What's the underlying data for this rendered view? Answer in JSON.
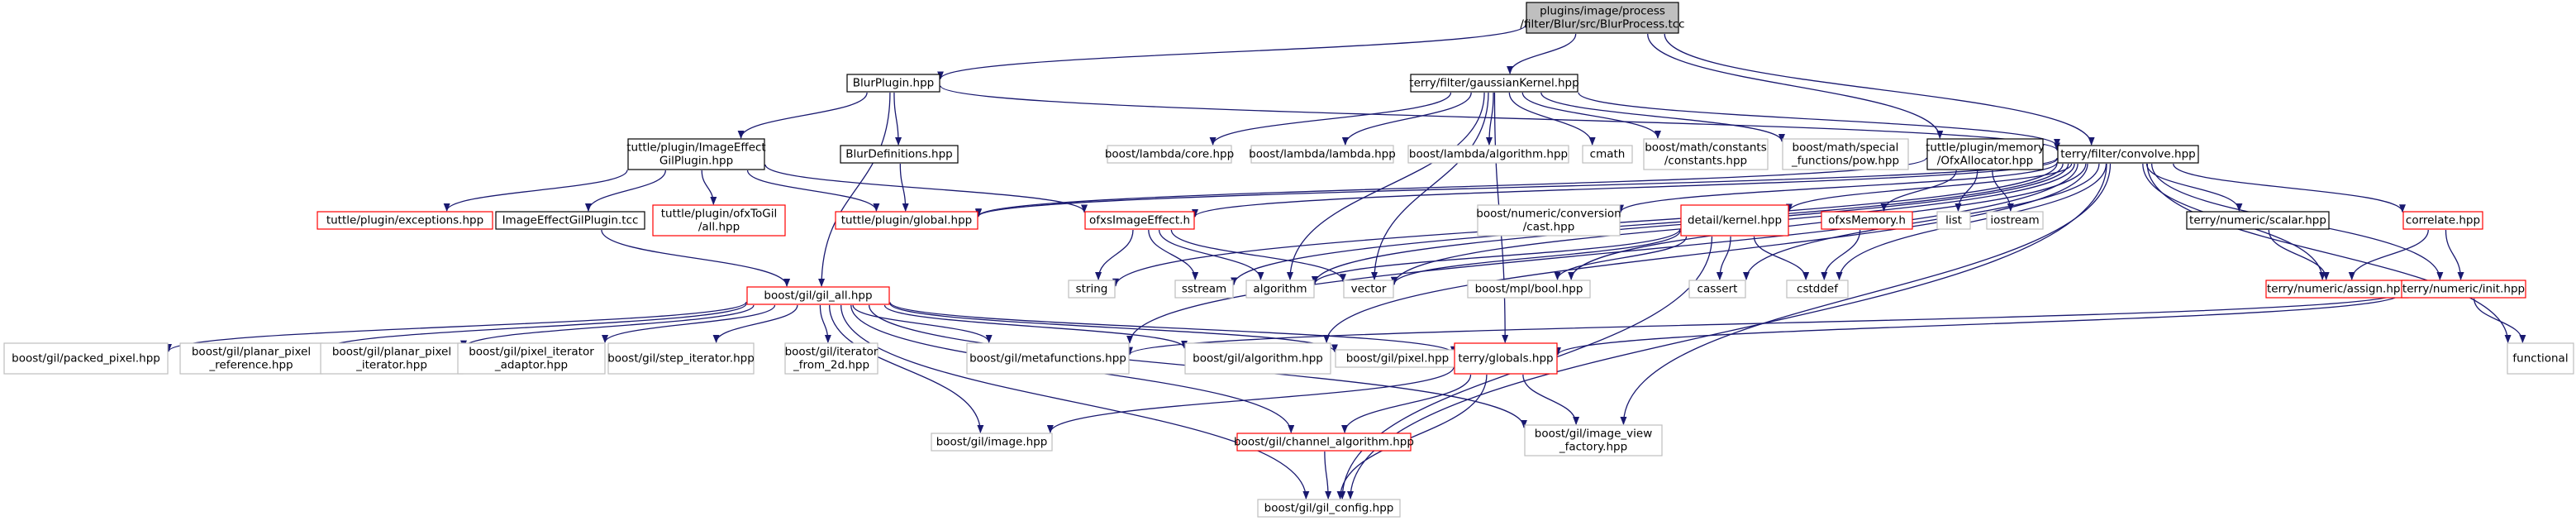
{
  "graph": {
    "colors": {
      "edge": "#191970",
      "root_fill": "#bfbfbf",
      "root_border": "#000000",
      "documented_border": "#000000",
      "documented_fill": "#ffffff",
      "undocumented_border": "#bfbfbf",
      "truncated_border": "#ff0000"
    },
    "nodes": [
      {
        "id": "blurprocess",
        "kind": "root",
        "lines": [
          "plugins/image/process",
          "/filter/Blur/src/BlurProcess.tcc"
        ]
      },
      {
        "id": "blurplugin",
        "kind": "documented",
        "lines": [
          "BlurPlugin.hpp"
        ]
      },
      {
        "id": "gaussiankernel",
        "kind": "documented",
        "lines": [
          "terry/filter/gaussianKernel.hpp"
        ]
      },
      {
        "id": "imageeffectgilplugin-hpp",
        "kind": "documented",
        "lines": [
          "tuttle/plugin/ImageEffect",
          "GilPlugin.hpp"
        ]
      },
      {
        "id": "blurdefinitions",
        "kind": "documented",
        "lines": [
          "BlurDefinitions.hpp"
        ]
      },
      {
        "id": "ofxallocator",
        "kind": "documented",
        "lines": [
          "tuttle/plugin/memory",
          "/OfxAllocator.hpp"
        ]
      },
      {
        "id": "convolve",
        "kind": "documented",
        "lines": [
          "terry/filter/convolve.hpp"
        ]
      },
      {
        "id": "lambda-core",
        "kind": "undocumented",
        "lines": [
          "boost/lambda/core.hpp"
        ]
      },
      {
        "id": "lambda-lambda",
        "kind": "undocumented",
        "lines": [
          "boost/lambda/lambda.hpp"
        ]
      },
      {
        "id": "lambda-algorithm",
        "kind": "undocumented",
        "lines": [
          "boost/lambda/algorithm.hpp"
        ]
      },
      {
        "id": "cmath",
        "kind": "undocumented",
        "lines": [
          "cmath"
        ]
      },
      {
        "id": "math-constants",
        "kind": "undocumented",
        "lines": [
          "boost/math/constants",
          "/constants.hpp"
        ]
      },
      {
        "id": "math-pow",
        "kind": "undocumented",
        "lines": [
          "boost/math/special",
          "_functions/pow.hpp"
        ]
      },
      {
        "id": "exceptions",
        "kind": "truncated",
        "lines": [
          "tuttle/plugin/exceptions.hpp"
        ]
      },
      {
        "id": "imageeffectgilplugin-tcc",
        "kind": "documented",
        "lines": [
          "ImageEffectGilPlugin.tcc"
        ]
      },
      {
        "id": "ofxtogil",
        "kind": "truncated",
        "lines": [
          "tuttle/plugin/ofxToGil",
          "/all.hpp"
        ]
      },
      {
        "id": "global",
        "kind": "truncated",
        "lines": [
          "tuttle/plugin/global.hpp"
        ]
      },
      {
        "id": "ofxsimageeffect",
        "kind": "truncated",
        "lines": [
          "ofxsImageEffect.h"
        ]
      },
      {
        "id": "string",
        "kind": "undocumented",
        "lines": [
          "string"
        ]
      },
      {
        "id": "sstream",
        "kind": "undocumented",
        "lines": [
          "sstream"
        ]
      },
      {
        "id": "algorithm",
        "kind": "undocumented",
        "lines": [
          "algorithm"
        ]
      },
      {
        "id": "vector",
        "kind": "undocumented",
        "lines": [
          "vector"
        ]
      },
      {
        "id": "numeric-conversion",
        "kind": "undocumented",
        "lines": [
          "boost/numeric/conversion",
          "/cast.hpp"
        ]
      },
      {
        "id": "kernel",
        "kind": "truncated",
        "lines": [
          "detail/kernel.hpp"
        ]
      },
      {
        "id": "ofxsmemory",
        "kind": "truncated",
        "lines": [
          "ofxsMemory.h"
        ]
      },
      {
        "id": "list",
        "kind": "undocumented",
        "lines": [
          "list"
        ]
      },
      {
        "id": "iostream",
        "kind": "undocumented",
        "lines": [
          "iostream"
        ]
      },
      {
        "id": "scalar",
        "kind": "documented",
        "lines": [
          "terry/numeric/scalar.hpp"
        ]
      },
      {
        "id": "correlate",
        "kind": "truncated",
        "lines": [
          "correlate.hpp"
        ]
      },
      {
        "id": "mpl-bool",
        "kind": "undocumented",
        "lines": [
          "boost/mpl/bool.hpp"
        ]
      },
      {
        "id": "cassert",
        "kind": "undocumented",
        "lines": [
          "cassert"
        ]
      },
      {
        "id": "cstddef",
        "kind": "undocumented",
        "lines": [
          "cstddef"
        ]
      },
      {
        "id": "assign",
        "kind": "truncated",
        "lines": [
          "terry/numeric/assign.hpp"
        ]
      },
      {
        "id": "init",
        "kind": "truncated",
        "lines": [
          "terry/numeric/init.hpp"
        ]
      },
      {
        "id": "gil-all",
        "kind": "truncated",
        "lines": [
          "boost/gil/gil_all.hpp"
        ]
      },
      {
        "id": "packed-pixel",
        "kind": "undocumented",
        "lines": [
          "boost/gil/packed_pixel.hpp"
        ]
      },
      {
        "id": "planar-pixel-reference",
        "kind": "undocumented",
        "lines": [
          "boost/gil/planar_pixel",
          "_reference.hpp"
        ]
      },
      {
        "id": "planar-pixel-iterator",
        "kind": "undocumented",
        "lines": [
          "boost/gil/planar_pixel",
          "_iterator.hpp"
        ]
      },
      {
        "id": "pixel-iterator-adaptor",
        "kind": "undocumented",
        "lines": [
          "boost/gil/pixel_iterator",
          "_adaptor.hpp"
        ]
      },
      {
        "id": "step-iterator",
        "kind": "undocumented",
        "lines": [
          "boost/gil/step_iterator.hpp"
        ]
      },
      {
        "id": "iterator-from-2d",
        "kind": "undocumented",
        "lines": [
          "boost/gil/iterator",
          "_from_2d.hpp"
        ]
      },
      {
        "id": "metafunctions",
        "kind": "undocumented",
        "lines": [
          "boost/gil/metafunctions.hpp"
        ]
      },
      {
        "id": "gil-algorithm",
        "kind": "undocumented",
        "lines": [
          "boost/gil/algorithm.hpp"
        ]
      },
      {
        "id": "gil-pixel",
        "kind": "undocumented",
        "lines": [
          "boost/gil/pixel.hpp"
        ]
      },
      {
        "id": "globals",
        "kind": "truncated",
        "lines": [
          "terry/globals.hpp"
        ]
      },
      {
        "id": "functional",
        "kind": "undocumented",
        "lines": [
          "functional"
        ]
      },
      {
        "id": "gil-image",
        "kind": "undocumented",
        "lines": [
          "boost/gil/image.hpp"
        ]
      },
      {
        "id": "channel-algorithm",
        "kind": "truncated",
        "lines": [
          "boost/gil/channel_algorithm.hpp"
        ]
      },
      {
        "id": "image-view-factory",
        "kind": "undocumented",
        "lines": [
          "boost/gil/image_view",
          "_factory.hpp"
        ]
      },
      {
        "id": "gil-config",
        "kind": "undocumented",
        "lines": [
          "boost/gil/gil_config.hpp"
        ]
      }
    ],
    "edges": [
      [
        "blurprocess",
        "blurplugin"
      ],
      [
        "blurprocess",
        "gaussiankernel"
      ],
      [
        "blurprocess",
        "ofxallocator"
      ],
      [
        "blurprocess",
        "convolve"
      ],
      [
        "blurplugin",
        "imageeffectgilplugin-hpp"
      ],
      [
        "blurplugin",
        "blurdefinitions"
      ],
      [
        "blurplugin",
        "gil-all"
      ],
      [
        "blurplugin",
        "convolve"
      ],
      [
        "gaussiankernel",
        "convolve"
      ],
      [
        "gaussiankernel",
        "lambda-core"
      ],
      [
        "gaussiankernel",
        "lambda-lambda"
      ],
      [
        "gaussiankernel",
        "lambda-algorithm"
      ],
      [
        "gaussiankernel",
        "cmath"
      ],
      [
        "gaussiankernel",
        "math-constants"
      ],
      [
        "gaussiankernel",
        "math-pow"
      ],
      [
        "gaussiankernel",
        "vector"
      ],
      [
        "gaussiankernel",
        "algorithm"
      ],
      [
        "gaussiankernel",
        "globals"
      ],
      [
        "imageeffectgilplugin-hpp",
        "exceptions"
      ],
      [
        "imageeffectgilplugin-hpp",
        "imageeffectgilplugin-tcc"
      ],
      [
        "imageeffectgilplugin-hpp",
        "ofxtogil"
      ],
      [
        "imageeffectgilplugin-hpp",
        "global"
      ],
      [
        "imageeffectgilplugin-hpp",
        "ofxsimageeffect"
      ],
      [
        "blurdefinitions",
        "global"
      ],
      [
        "imageeffectgilplugin-tcc",
        "gil-all"
      ],
      [
        "ofxallocator",
        "ofxsmemory"
      ],
      [
        "ofxallocator",
        "list"
      ],
      [
        "ofxallocator",
        "iostream"
      ],
      [
        "ofxallocator",
        "global"
      ],
      [
        "ofxsimageeffect",
        "string"
      ],
      [
        "ofxsimageeffect",
        "sstream"
      ],
      [
        "ofxsimageeffect",
        "algorithm"
      ],
      [
        "ofxsimageeffect",
        "vector"
      ],
      [
        "convolve",
        "global"
      ],
      [
        "convolve",
        "ofxsimageeffect"
      ],
      [
        "convolve",
        "string"
      ],
      [
        "convolve",
        "sstream"
      ],
      [
        "convolve",
        "algorithm"
      ],
      [
        "convolve",
        "vector"
      ],
      [
        "convolve",
        "numeric-conversion"
      ],
      [
        "convolve",
        "kernel"
      ],
      [
        "convolve",
        "mpl-bool"
      ],
      [
        "convolve",
        "cassert"
      ],
      [
        "convolve",
        "cstddef"
      ],
      [
        "convolve",
        "scalar"
      ],
      [
        "convolve",
        "correlate"
      ],
      [
        "convolve",
        "assign"
      ],
      [
        "convolve",
        "init"
      ],
      [
        "convolve",
        "functional"
      ],
      [
        "convolve",
        "gil-config"
      ],
      [
        "convolve",
        "image-view-factory"
      ],
      [
        "convolve",
        "metafunctions"
      ],
      [
        "convolve",
        "gil-algorithm"
      ],
      [
        "kernel",
        "vector"
      ],
      [
        "kernel",
        "algorithm"
      ],
      [
        "kernel",
        "mpl-bool"
      ],
      [
        "kernel",
        "cassert"
      ],
      [
        "kernel",
        "cstddef"
      ],
      [
        "kernel",
        "gil-config"
      ],
      [
        "ofxsmemory",
        "cstddef"
      ],
      [
        "scalar",
        "assign"
      ],
      [
        "correlate",
        "assign"
      ],
      [
        "correlate",
        "init"
      ],
      [
        "init",
        "functional"
      ],
      [
        "init",
        "globals"
      ],
      [
        "init",
        "metafunctions"
      ],
      [
        "gil-all",
        "packed-pixel"
      ],
      [
        "gil-all",
        "planar-pixel-reference"
      ],
      [
        "gil-all",
        "planar-pixel-iterator"
      ],
      [
        "gil-all",
        "pixel-iterator-adaptor"
      ],
      [
        "gil-all",
        "step-iterator"
      ],
      [
        "gil-all",
        "iterator-from-2d"
      ],
      [
        "gil-all",
        "metafunctions"
      ],
      [
        "gil-all",
        "gil-algorithm"
      ],
      [
        "gil-all",
        "gil-pixel"
      ],
      [
        "gil-all",
        "globals"
      ],
      [
        "gil-all",
        "gil-image"
      ],
      [
        "gil-all",
        "channel-algorithm"
      ],
      [
        "gil-all",
        "image-view-factory"
      ],
      [
        "gil-all",
        "gil-config"
      ],
      [
        "globals",
        "gil-image"
      ],
      [
        "globals",
        "channel-algorithm"
      ],
      [
        "globals",
        "image-view-factory"
      ],
      [
        "globals",
        "gil-config"
      ],
      [
        "channel-algorithm",
        "gil-config"
      ]
    ]
  }
}
